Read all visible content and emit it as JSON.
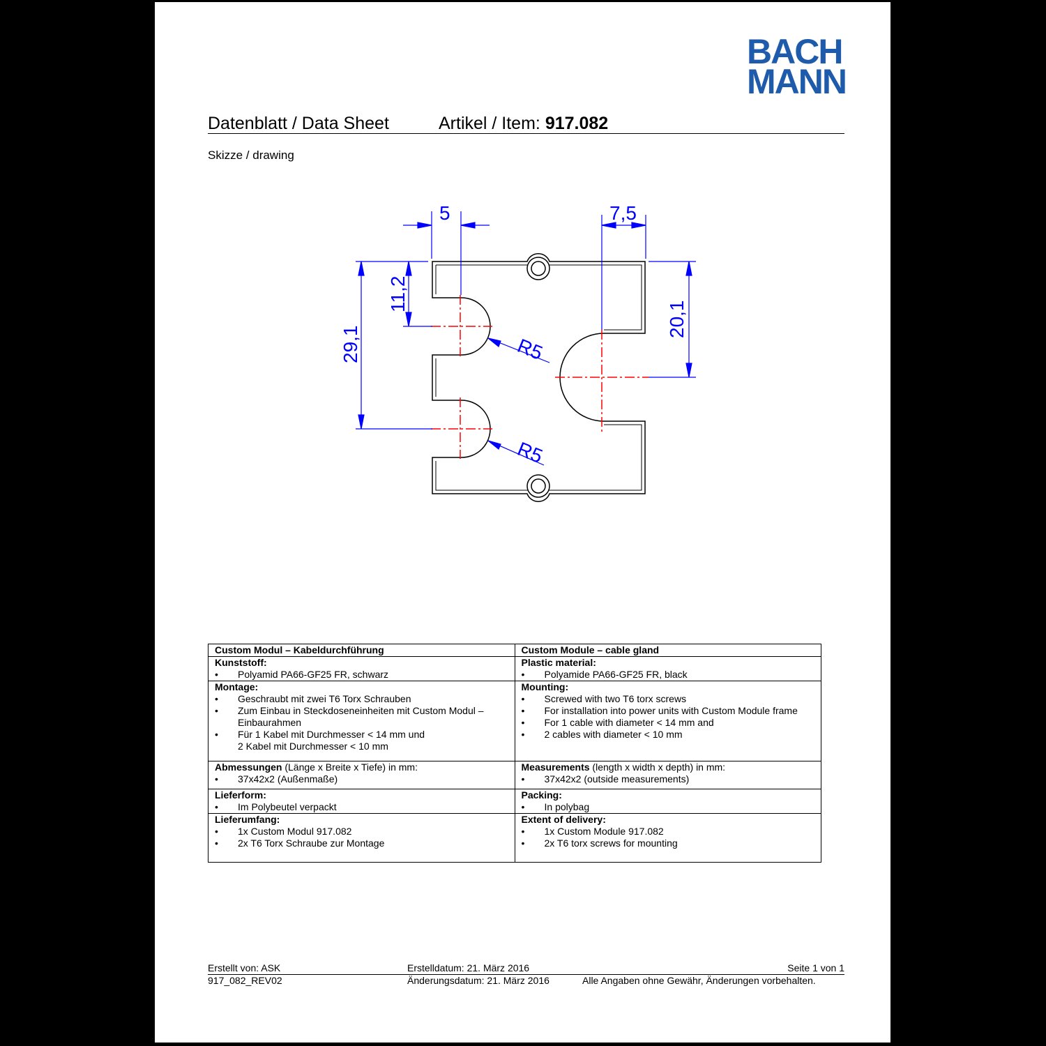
{
  "logo": {
    "line1": "BACH",
    "line2": "MANN"
  },
  "header": {
    "title": "Datenblatt / Data Sheet",
    "item_label": "Artikel / Item: ",
    "item_number": "917.082"
  },
  "subtitle": "Skizze / drawing",
  "drawing": {
    "dimensions": [
      "5",
      "7,5",
      "11,2",
      "29,1",
      "20,1",
      "R5",
      "R5"
    ]
  },
  "table": {
    "header_de": "Custom Modul – Kabeldurchführung",
    "header_en": "Custom Module – cable gland",
    "material_de": {
      "title": "Kunststoff:",
      "items": [
        "Polyamid PA66-GF25 FR, schwarz"
      ]
    },
    "material_en": {
      "title": "Plastic material:",
      "items": [
        "Polyamide PA66-GF25 FR, black"
      ]
    },
    "mounting_de": {
      "title": "Montage:",
      "items": [
        "Geschraubt mit zwei T6 Torx Schrauben",
        "Zum Einbau in Steckdoseneinheiten mit Custom Modul – Einbaurahmen",
        "Für 1 Kabel mit Durchmesser < 14 mm und",
        "2 Kabel mit Durchmesser  < 10 mm"
      ]
    },
    "mounting_en": {
      "title": "Mounting:",
      "items": [
        "Screwed with two T6 torx screws",
        "For installation into power units with Custom Module frame",
        "For 1 cable with diameter < 14 mm and",
        "2 cables with diameter < 10 mm"
      ]
    },
    "dims_de": {
      "title": "Abmessungen",
      "title_rest": " (Länge x Breite x Tiefe) in mm:",
      "items": [
        "37x42x2 (Außenmaße)"
      ]
    },
    "dims_en": {
      "title": "Measurements",
      "title_rest": " (length x width x depth) in mm:",
      "items": [
        "37x42x2 (outside measurements)"
      ]
    },
    "packing_de": {
      "title": "Lieferform:",
      "items": [
        "Im Polybeutel verpackt"
      ]
    },
    "packing_en": {
      "title": "Packing:",
      "items": [
        "In polybag"
      ]
    },
    "delivery_de": {
      "title": "Lieferumfang:",
      "items": [
        "1x Custom Modul 917.082",
        "2x T6 Torx Schraube zur Montage"
      ]
    },
    "delivery_en": {
      "title": "Extent of delivery:",
      "items": [
        "1x Custom Module 917.082",
        "2x T6 torx screws for mounting"
      ]
    }
  },
  "footer": {
    "created_by": "Erstellt von: ASK",
    "created_date": "Erstelldatum: 21. März 2016",
    "page": "Seite 1 von 1",
    "doc_id": "917_082_REV02",
    "changed_date": "Änderungsdatum: 21. März 2016",
    "disclaimer": "Alle Angaben ohne Gewähr, Änderungen vorbehalten."
  },
  "colors": {
    "logo": "#1f5bab",
    "dimension": "#0000ff",
    "centerline": "#ff0000"
  }
}
